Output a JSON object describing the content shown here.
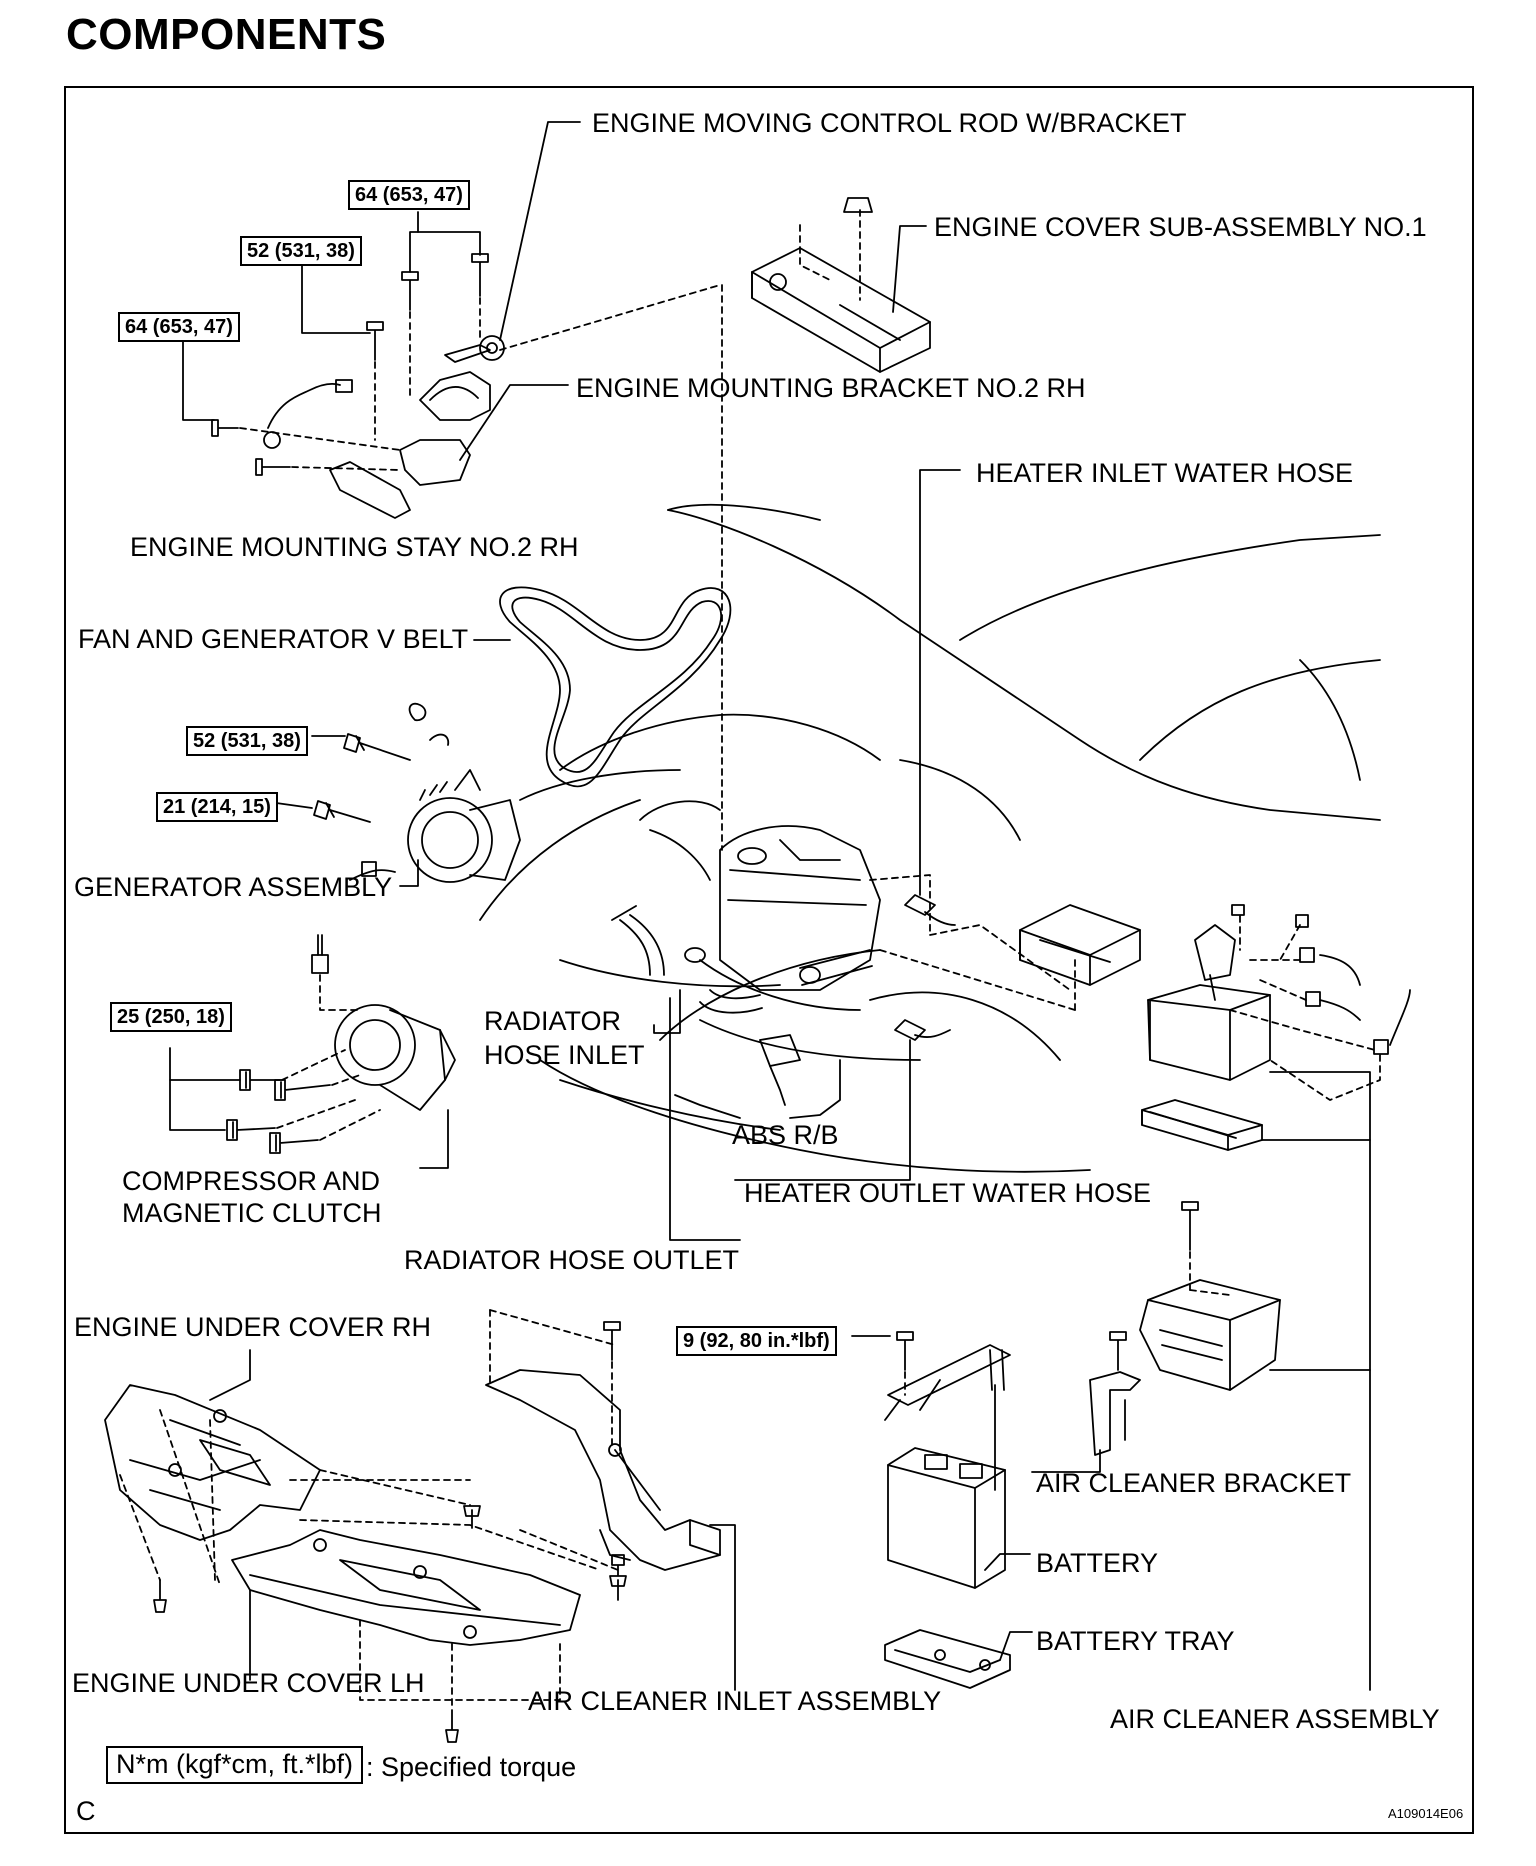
{
  "title": "COMPONENTS",
  "labels": {
    "engine_moving_control_rod": "ENGINE MOVING CONTROL ROD W/BRACKET",
    "engine_cover": "ENGINE COVER SUB-ASSEMBLY NO.1",
    "engine_mounting_bracket": "ENGINE MOUNTING BRACKET NO.2 RH",
    "heater_inlet_hose": "HEATER INLET WATER HOSE",
    "engine_mounting_stay": "ENGINE MOUNTING STAY NO.2 RH",
    "fan_generator_belt": "FAN AND GENERATOR V BELT",
    "generator_assembly": "GENERATOR ASSEMBLY",
    "radiator_hose_inlet_1": "RADIATOR",
    "radiator_hose_inlet_2": "HOSE INLET",
    "abs_rb": "ABS R/B",
    "compressor_1": "COMPRESSOR AND",
    "compressor_2": "MAGNETIC CLUTCH",
    "heater_outlet_hose": "HEATER OUTLET WATER HOSE",
    "radiator_hose_outlet": "RADIATOR HOSE OUTLET",
    "engine_under_cover_rh": "ENGINE UNDER COVER RH",
    "air_cleaner_bracket": "AIR CLEANER BRACKET",
    "battery": "BATTERY",
    "battery_tray": "BATTERY TRAY",
    "engine_under_cover_lh": "ENGINE UNDER COVER LH",
    "air_cleaner_inlet": "AIR CLEANER INLET ASSEMBLY",
    "air_cleaner_assembly": "AIR CLEANER ASSEMBLY"
  },
  "torques": {
    "rod_bolt": "64 (653, 47)",
    "bracket_bolt": "52 (531, 38)",
    "stay_bolt": "64 (653, 47)",
    "generator_upper": "52 (531, 38)",
    "generator_lower": "21 (214, 15)",
    "compressor": "25 (250, 18)",
    "battery_clamp": "9 (92, 80 in.*lbf)"
  },
  "legend": {
    "box": "N*m (kgf*cm, ft.*lbf)",
    "text": ": Specified torque"
  },
  "corner_letter": "C",
  "figure_id": "A109014E06"
}
